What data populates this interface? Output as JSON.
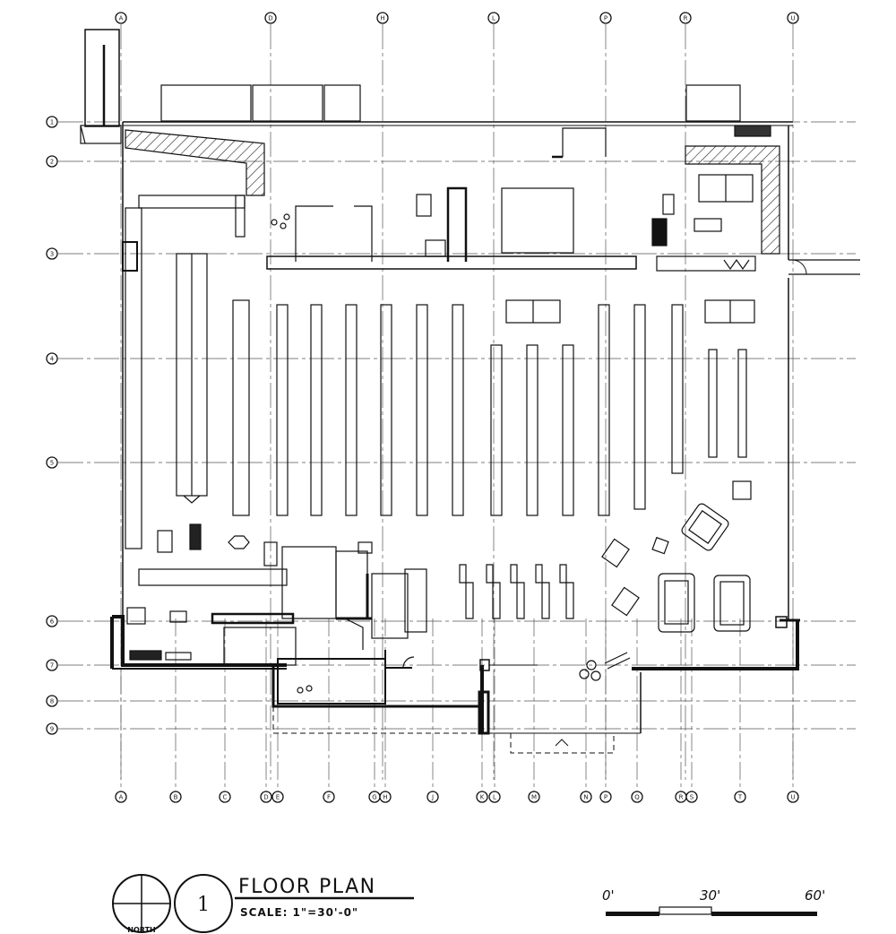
{
  "title_block": {
    "title": "FLOOR PLAN",
    "scale": "SCALE: 1\"=30'-0\"",
    "north_label": "NORTH",
    "drawing_number": "1"
  },
  "scale_bar": {
    "labels": [
      "0'",
      "30'",
      "60'"
    ]
  },
  "grid": {
    "columns_top": [
      "A",
      "D",
      "H",
      "L",
      "P",
      "R",
      "U"
    ],
    "columns_bottom": [
      "A",
      "B",
      "C",
      "D",
      "E",
      "F",
      "G",
      "H",
      "J",
      "K",
      "L",
      "M",
      "N",
      "P",
      "Q",
      "R",
      "S",
      "T",
      "U"
    ],
    "rows": [
      "1",
      "2",
      "3",
      "4",
      "5",
      "6",
      "7",
      "8",
      "9"
    ]
  },
  "colors": {
    "line": "#111111",
    "grid": "#555555",
    "background": "#ffffff"
  }
}
